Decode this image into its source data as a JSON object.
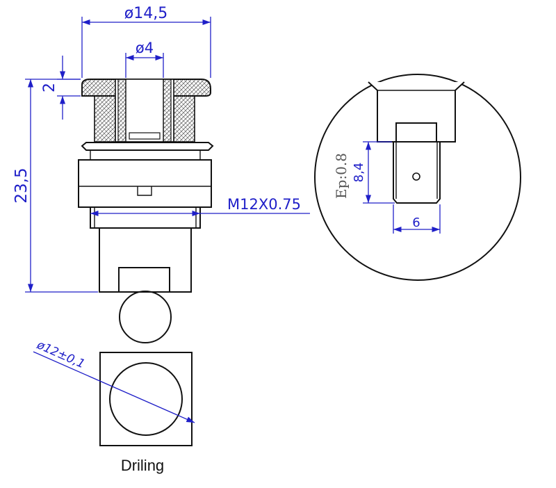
{
  "colors": {
    "outline": "#111111",
    "dimension": "#1f1fc8",
    "hatch": "#666666",
    "note": "#555555"
  },
  "dimensions": {
    "outer_diameter": "ø14,5",
    "bore_diameter": "ø4",
    "flange_height": "2",
    "total_height": "23,5",
    "thread": "M12X0.75",
    "tab_length": "8,4",
    "tab_width": "6",
    "tab_thickness": "Ep:0.8",
    "drill_diameter": "ø12±0,1"
  },
  "caption": "Driling"
}
